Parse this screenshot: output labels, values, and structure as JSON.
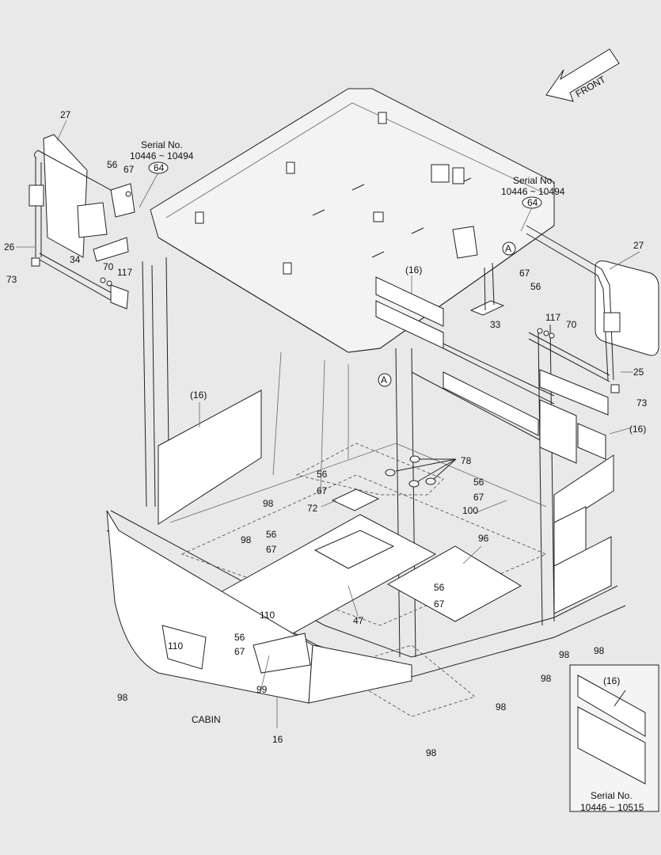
{
  "front_label": "FRONT",
  "cabin_label": "CABIN",
  "serial_left": {
    "line1": "Serial No.",
    "line2": "10446 ~ 10494",
    "part": "64"
  },
  "serial_right": {
    "line1": "Serial No.",
    "line2": "10446 ~ 10494",
    "part": "64"
  },
  "inset": {
    "part": "(16)",
    "line1": "Serial No.",
    "line2": "10446 ~ 10515"
  },
  "view_marker": "A",
  "callouts": {
    "c27": "27",
    "c26": "26",
    "c73": "73",
    "c34": "34",
    "c56": "56",
    "c67": "67",
    "c70": "70",
    "c117": "117",
    "c33": "33",
    "c25": "25",
    "c16": "(16)",
    "c16plain": "16",
    "c78": "78",
    "c98": "98",
    "c72": "72",
    "c100": "100",
    "c96": "96",
    "c47": "47",
    "c110": "110",
    "c99": "99"
  }
}
